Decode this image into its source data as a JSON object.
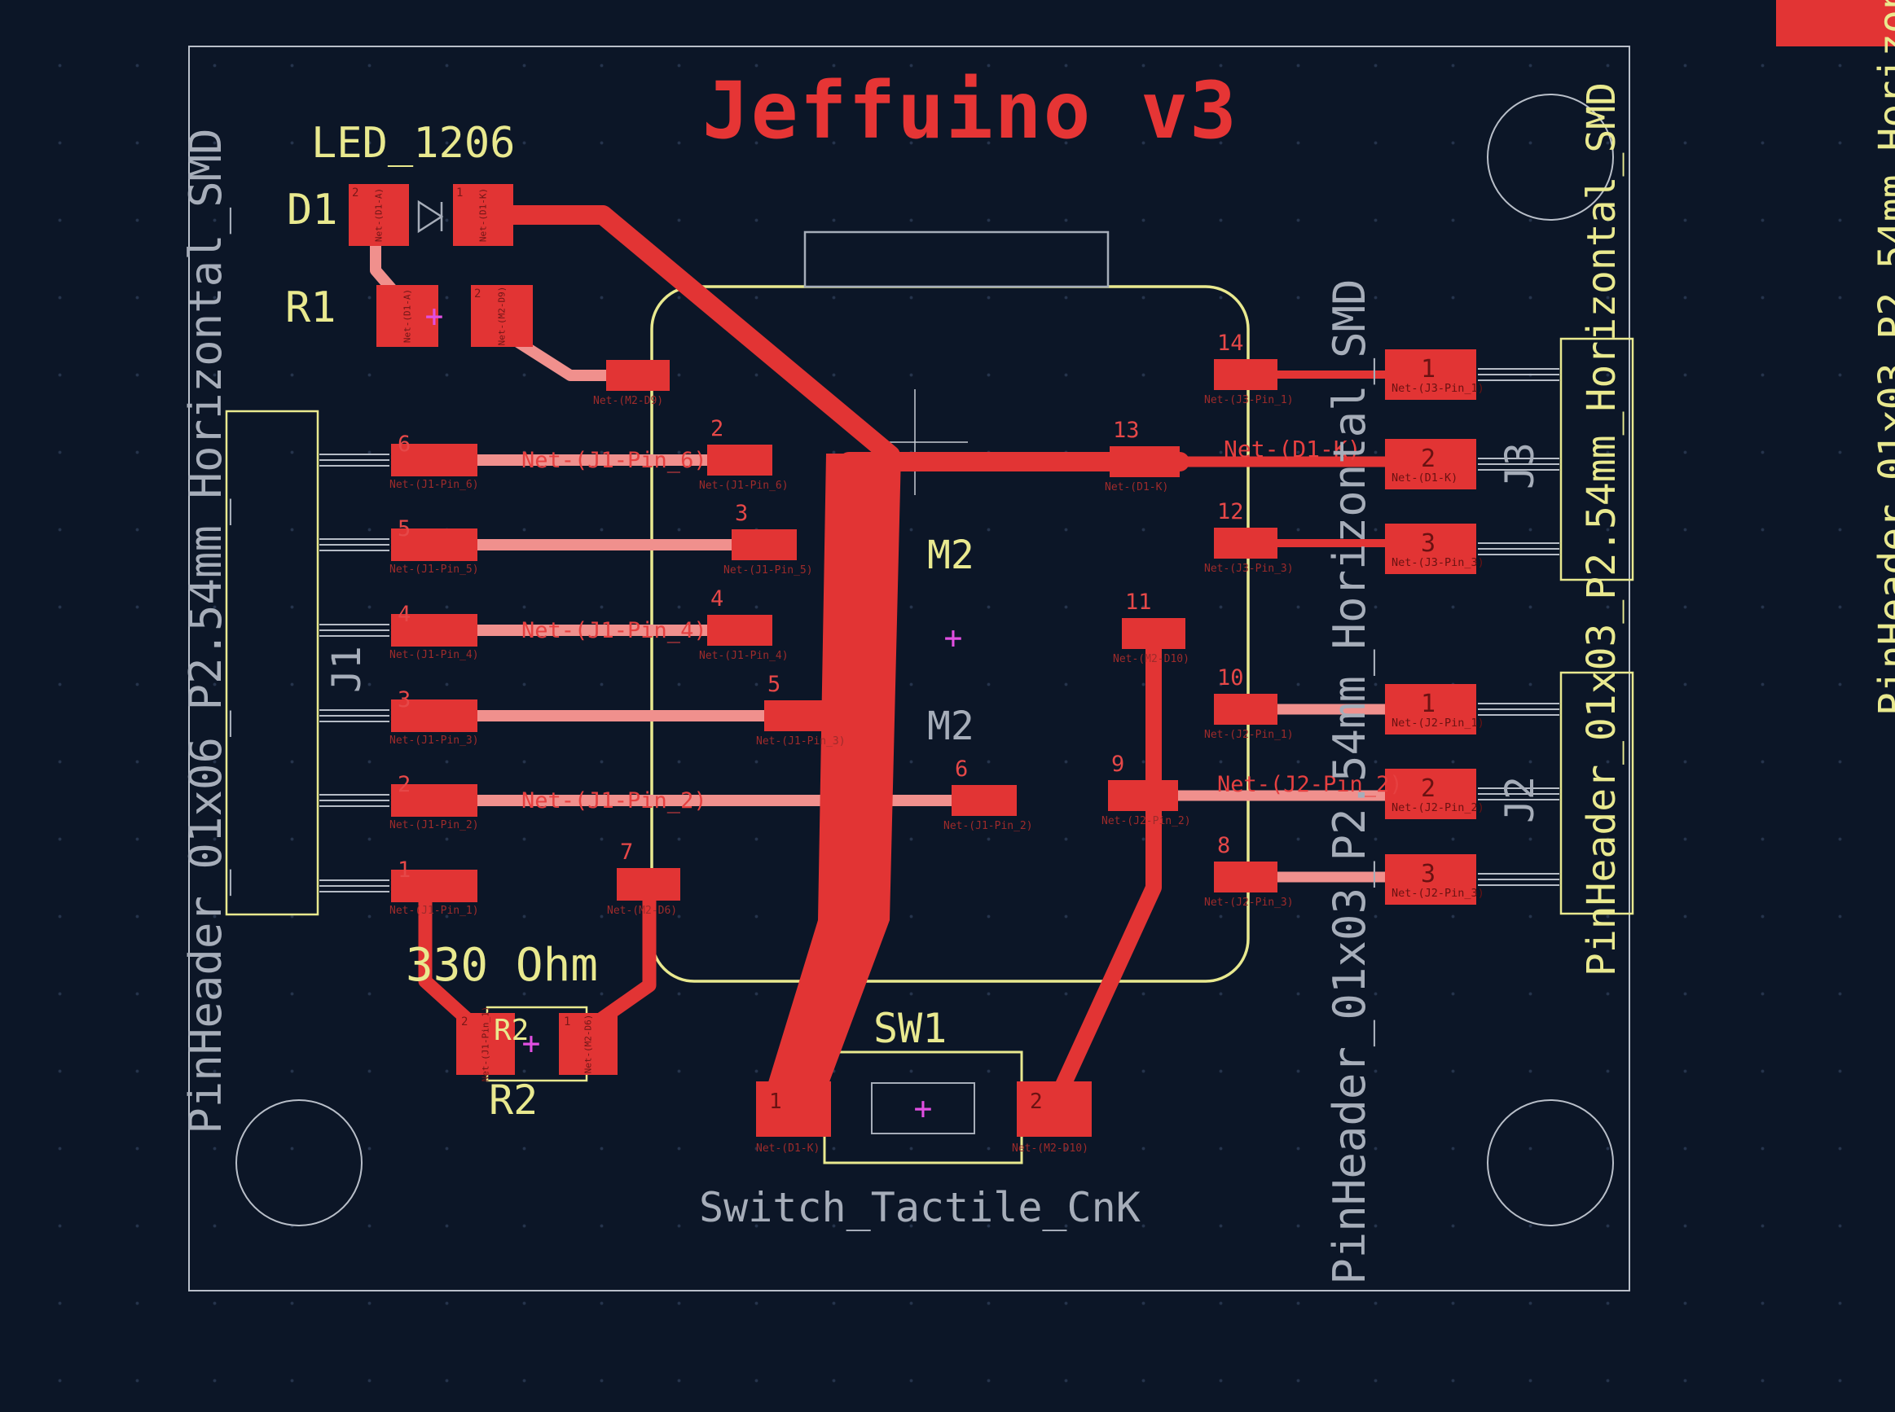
{
  "title": "Jeffuino v3",
  "colors": {
    "background": "#0c1627",
    "copper_front": "#e23434",
    "copper_back": "#f0908d",
    "silkscreen_yellow": "#e9e98f",
    "fab_grey": "#a6adb9",
    "origin_magenta": "#e14fe1",
    "board_edge_grey": "#b9bfc9"
  },
  "components": {
    "d1": {
      "ref": "D1",
      "value": "LED_1206",
      "pads": [
        {
          "num": "2",
          "net": "Net-(D1-A)"
        },
        {
          "num": "1",
          "net": "Net-(D1-K)"
        }
      ]
    },
    "r1": {
      "ref": "R1",
      "pads": [
        {
          "net": "Net-(D1-A)"
        },
        {
          "num": "2",
          "net": "Net-(M2-D9)"
        }
      ]
    },
    "r2": {
      "ref": "R2",
      "value": "330 Ohm",
      "pads": [
        {
          "num": "2",
          "net": "Net-(J1-Pin_1)"
        },
        {
          "num": "1",
          "net": "Net-(M2-D6)"
        }
      ]
    },
    "sw1": {
      "ref": "SW1",
      "value": "Switch_Tactile_CnK",
      "pads": [
        {
          "num": "1",
          "net": "Net-(D1-K)"
        },
        {
          "num": "2",
          "net": "Net-(M2-D10)"
        }
      ]
    },
    "m2": {
      "ref": "M2",
      "value": "M2",
      "pads_left": [
        {
          "net": "Net-(M2-D9)"
        },
        {
          "num": "2",
          "net": "Net-(J1-Pin_6)"
        },
        {
          "num": "3",
          "net": "Net-(J1-Pin_5)"
        },
        {
          "num": "4",
          "net": "Net-(J1-Pin_4)"
        },
        {
          "num": "5",
          "net": "Net-(J1-Pin_3)"
        },
        {
          "num": "6",
          "net": "Net-(J1-Pin_2)"
        },
        {
          "num": "7",
          "net": "Net-(M2-D6)"
        }
      ],
      "pads_right": [
        {
          "num": "14",
          "net": "Net-(J3-Pin_1)"
        },
        {
          "num": "13",
          "net": "Net-(D1-K)"
        },
        {
          "num": "12",
          "net": "Net-(J3-Pin_3)"
        },
        {
          "num": "11",
          "net": "Net-(M2-D10)"
        },
        {
          "num": "10",
          "net": "Net-(J2-Pin_1)"
        },
        {
          "num": "9",
          "net": "Net-(J2-Pin_2)"
        },
        {
          "num": "8",
          "net": "Net-(J2-Pin_3)"
        }
      ]
    },
    "j1": {
      "ref": "J1",
      "value": "PinHeader_01x06_P2.54mm_Horizontal_SMD",
      "pads": [
        {
          "num": "6",
          "net": "Net-(J1-Pin_6)"
        },
        {
          "num": "5",
          "net": "Net-(J1-Pin_5)"
        },
        {
          "num": "4",
          "net": "Net-(J1-Pin_4)"
        },
        {
          "num": "3",
          "net": "Net-(J1-Pin_3)"
        },
        {
          "num": "2",
          "net": "Net-(J1-Pin_2)"
        },
        {
          "num": "1",
          "net": "Net-(J1-Pin_1)"
        }
      ]
    },
    "j3": {
      "ref": "J3",
      "value": "PinHeader_01x03_P2.54mm_Horizontal_SMD",
      "pads": [
        {
          "num": "1",
          "net": "Net-(J3-Pin_1)"
        },
        {
          "num": "2",
          "net": "Net-(D1-K)"
        },
        {
          "num": "3",
          "net": "Net-(J3-Pin_3)"
        }
      ]
    },
    "j2": {
      "ref": "J2",
      "value": "PinHeader_01x03_P2.54mm_Horizontal_SMD",
      "pads": [
        {
          "num": "1",
          "net": "Net-(J2-Pin_1)"
        },
        {
          "num": "2",
          "net": "Net-(J2-Pin_2)"
        },
        {
          "num": "3",
          "net": "Net-(J2-Pin_3)"
        }
      ]
    }
  },
  "trace_labels": {
    "j1_pin6": "Net-(J1-Pin_6)",
    "j1_pin4": "Net-(J1-Pin_4)",
    "j1_pin2": "Net-(J1-Pin_2)",
    "d1_k": "Net-(D1-K)",
    "j2_pin2": "Net-(J2-Pin_2)"
  }
}
